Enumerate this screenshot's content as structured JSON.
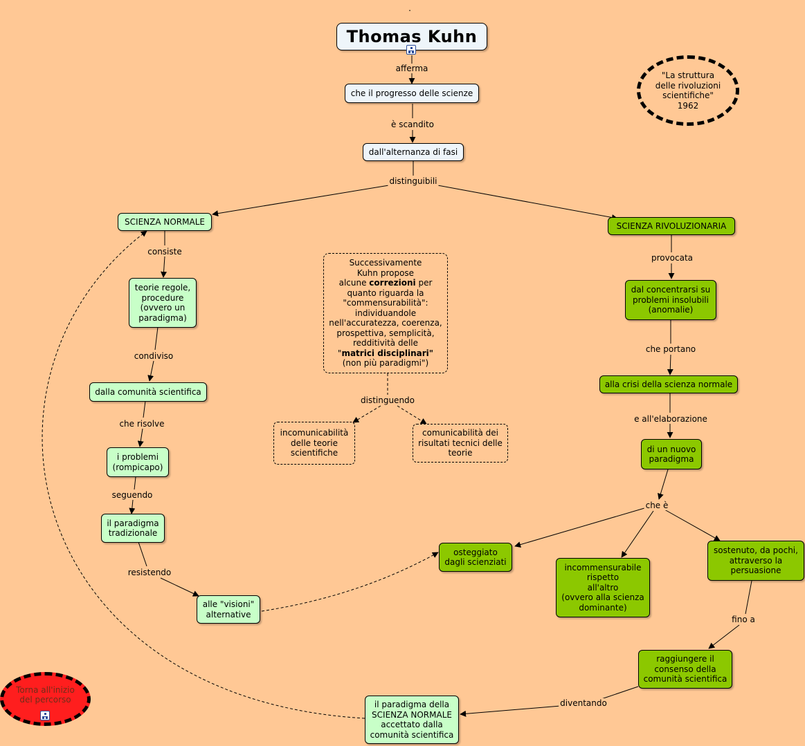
{
  "top_mark": ".",
  "title": "Thomas  Kuhn",
  "icons": {
    "title_link": "concept-map-link-icon",
    "back_link": "concept-map-link-icon"
  },
  "colors": {
    "background": "#ffc895",
    "green_node": "#8cc800",
    "light_node": "#c8ffc8",
    "white_node": "#eef5fa",
    "return_button": "#ff1e1e"
  },
  "nodes": {
    "progresso": "che il progresso delle scienze",
    "alternanza": "dall'alternanza di fasi",
    "scienza_normale": "SCIENZA NORMALE",
    "scienza_rivoluzionaria": "SCIENZA RIVOLUZIONARIA",
    "teorie": "teorie regole,\nprocedure\n(ovvero un\nparadigma)",
    "comunita": "dalla comunità scientifica",
    "problemi": "i problemi\n(rompicapo)",
    "paradigma_tradizionale": "il paradigma\ntradizionale",
    "visioni": "alle \"visioni\"\nalternative",
    "concentrarsi": "dal concentrarsi su\nproblemi insolubili\n(anomalie)",
    "crisi": "alla crisi della scienza normale",
    "nuovo_paradigma": "di un nuovo\nparadigma",
    "osteggiato": "osteggiato\ndagli scienziati",
    "incommensurabile": "incommensurabile\nrispetto\nall'altro\n(ovvero alla scienza\ndominante)",
    "sostenuto": "sostenuto, da pochi,\nattraverso la\npersuasione",
    "raggiungere": "raggiungere il\nconsenso della\ncomunità scientifica",
    "paradigma_normale": "il paradigma della\nSCIENZA NORMALE\naccettato dalla\ncomunità scientifica",
    "incomunicabilita": "incomunicabilità\ndelle teorie\nscientifiche",
    "comunicabilita": "comunicabilità dei\nrisultati tecnici delle\nteorie",
    "struttura": "\"La struttura\ndelle rivoluzioni\nscientifiche\"\n1962",
    "torna": "Torna all'inizio\ndel percorso"
  },
  "correzioni": {
    "p1": "Successivamente\nKuhn propose\nalcune ",
    "b1": "correzioni",
    "p2": " per\nquanto riguarda la\n\"commensurabilità\":\nindividuandole\nnell'accuratezza, coerenza,\nprospettiva, semplicità,\nredditività delle\n\"",
    "b2": "matrici disciplinari\"",
    "p3": "\n(non più paradigmi\")"
  },
  "links": {
    "afferma": "afferma",
    "scandito": "è scandito",
    "distinguibili": "distinguibili",
    "consiste": "consiste",
    "condiviso": "condiviso",
    "risolve": "che risolve",
    "seguendo": "seguendo",
    "resistendo": "resistendo",
    "provocata": "provocata",
    "portano": "che portano",
    "elaborazione": "e all'elaborazione",
    "che_e": "che è",
    "fino_a": "fino a",
    "diventando": "diventando",
    "distinguendo": "distinguendo"
  }
}
